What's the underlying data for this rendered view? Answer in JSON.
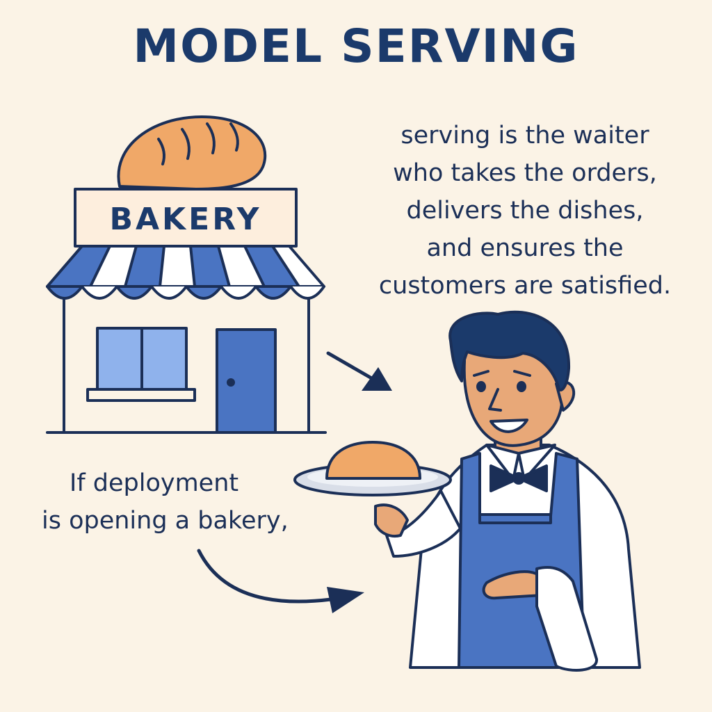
{
  "title": "MODEL SERVING",
  "bakery_sign": "BAKERY",
  "caption_serving": {
    "lines": [
      "serving is the waiter",
      "who takes the orders,",
      "delivers the dishes,",
      "and ensures the",
      "customers are satisfied."
    ]
  },
  "caption_deployment": {
    "lines": [
      "If deployment",
      "is opening a bakery,"
    ]
  },
  "colors": {
    "background": "#fbf3e6",
    "navy": "#1b3a6b",
    "blue": "#4a74c2",
    "light_blue": "#8fb2ec",
    "bread": "#f0a868",
    "skin": "#e8a878"
  }
}
